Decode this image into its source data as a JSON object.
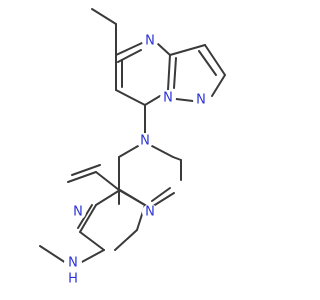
{
  "colors": {
    "bond": "#3a3a3a",
    "nitrogen": "#2b33d6",
    "background": "#ffffff"
  },
  "atoms": {
    "n_ring_a_top": "N",
    "n_ring_a_bridge": "N",
    "n_ring_b": "N",
    "n_amine_center": "N",
    "n_pyrimidine_left": "N",
    "n_pyrimidine_right": "N",
    "nh_amine": "N",
    "nh_hydrogen": "H"
  }
}
